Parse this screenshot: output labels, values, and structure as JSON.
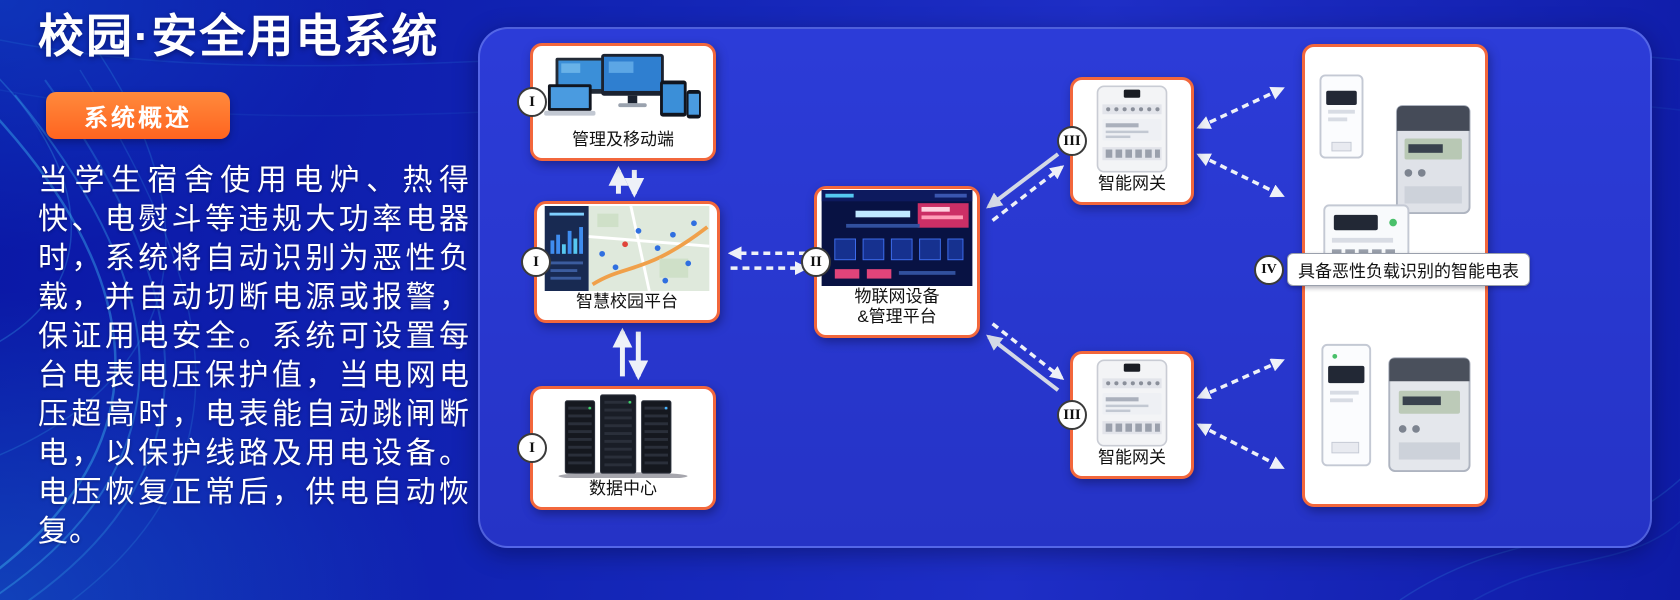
{
  "header": {
    "title": "校园·安全用电系统",
    "overview_badge": "系统概述"
  },
  "description": {
    "text": "当学生宿舍使用电炉、热得快、电熨斗等违规大功率电器时，系统将自动识别为恶性负载，并自动切断电源或报警，保证用电安全。系统可设置每台电表电压保护值，当电网电压超高时，电表能自动跳闸断电，以保护线路及用电设备。电压恢复正常后，供电自动恢复。"
  },
  "diagram": {
    "management_mobile": {
      "numeral": "I",
      "label": "管理及移动端",
      "icon": "devices-cluster-illustration"
    },
    "smart_campus": {
      "numeral": "I",
      "label": "智慧校园平台",
      "icon": "campus-dashboard-illustration"
    },
    "data_center": {
      "numeral": "I",
      "label": "数据中心",
      "icon": "server-racks-illustration"
    },
    "iot_platform": {
      "numeral": "II",
      "label_line1": "物联网设备",
      "label_line2": "&管理平台",
      "icon": "iot-dashboard-illustration"
    },
    "gateway_top": {
      "numeral": "III",
      "label": "智能网关",
      "icon": "gateway-device-illustration"
    },
    "gateway_bottom": {
      "numeral": "III",
      "label": "智能网关",
      "icon": "gateway-device-illustration"
    },
    "smart_meters": {
      "numeral": "IV",
      "label": "具备恶性负载识别的智能电表",
      "icon": "smart-meters-illustration"
    }
  },
  "colors": {
    "background_blue": "#101fae",
    "panel_blue": "#2938cf",
    "card_border_orange": "#f2673c",
    "badge_orange_top": "#ff8a3c",
    "badge_orange_bottom": "#ff6420",
    "wave_cyan": "#47d8ff",
    "text_white": "#ffffff",
    "label_black": "#111111"
  }
}
